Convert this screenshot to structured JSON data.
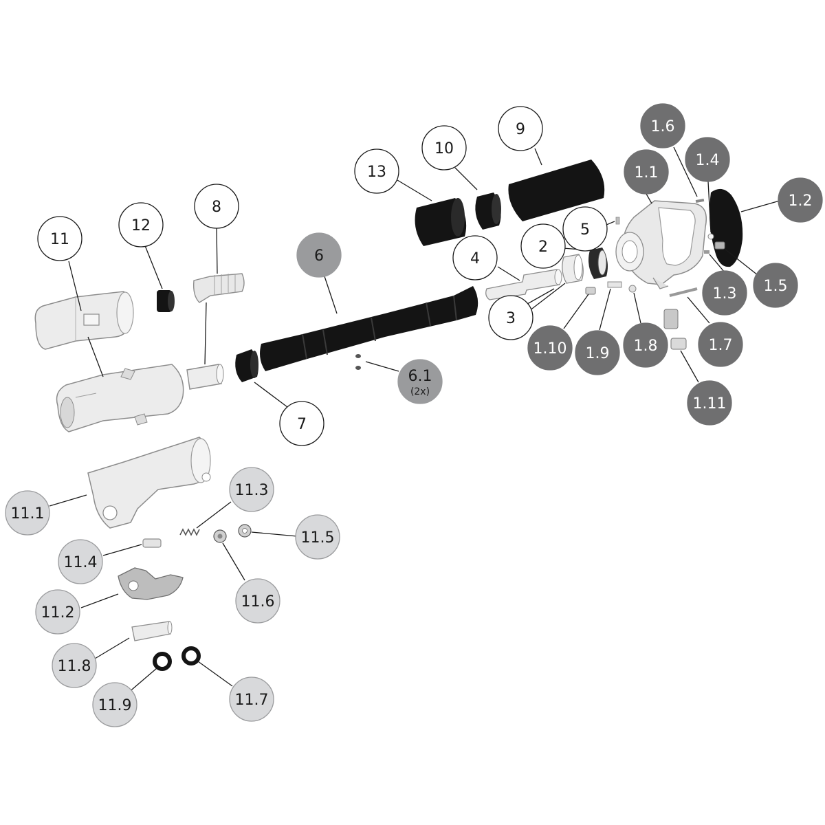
{
  "colors": {
    "white_fill": "#ffffff",
    "white_stroke": "#1a1a1a",
    "white_text": "#1a1a1a",
    "light_fill": "#d8d9db",
    "light_stroke": "#9a9b9d",
    "light_text": "#1a1a1a",
    "medium_fill": "#9a9b9d",
    "medium_text": "#1a1a1a",
    "dark_fill": "#6f6f70",
    "dark_text": "#ffffff",
    "part_black": "#141414",
    "part_metal": "#e6e6e6",
    "part_outline": "#8c8c8c"
  },
  "callouts": [
    {
      "id": "c-11",
      "label": "11",
      "style": "white"
    },
    {
      "id": "c-12",
      "label": "12",
      "style": "white"
    },
    {
      "id": "c-8",
      "label": "8",
      "style": "white"
    },
    {
      "id": "c-6",
      "label": "6",
      "style": "medium"
    },
    {
      "id": "c-13",
      "label": "13",
      "style": "white"
    },
    {
      "id": "c-10",
      "label": "10",
      "style": "white"
    },
    {
      "id": "c-9",
      "label": "9",
      "style": "white"
    },
    {
      "id": "c-1-6",
      "label": "1.6",
      "style": "dark"
    },
    {
      "id": "c-1-1",
      "label": "1.1",
      "style": "dark"
    },
    {
      "id": "c-1-4",
      "label": "1.4",
      "style": "dark"
    },
    {
      "id": "c-1-2",
      "label": "1.2",
      "style": "dark"
    },
    {
      "id": "c-5",
      "label": "5",
      "style": "white"
    },
    {
      "id": "c-2",
      "label": "2",
      "style": "white"
    },
    {
      "id": "c-4",
      "label": "4",
      "style": "white"
    },
    {
      "id": "c-3",
      "label": "3",
      "style": "white"
    },
    {
      "id": "c-1-3",
      "label": "1.3",
      "style": "dark"
    },
    {
      "id": "c-1-5",
      "label": "1.5",
      "style": "dark"
    },
    {
      "id": "c-1-10",
      "label": "1.10",
      "style": "dark"
    },
    {
      "id": "c-1-9",
      "label": "1.9",
      "style": "dark"
    },
    {
      "id": "c-1-8",
      "label": "1.8",
      "style": "dark"
    },
    {
      "id": "c-1-7",
      "label": "1.7",
      "style": "dark"
    },
    {
      "id": "c-1-11",
      "label": "1.11",
      "style": "dark"
    },
    {
      "id": "c-6-1",
      "label": "6.1",
      "sublabel": "(2x)",
      "style": "medium"
    },
    {
      "id": "c-7",
      "label": "7",
      "style": "white"
    },
    {
      "id": "c-11-1",
      "label": "11.1",
      "style": "light"
    },
    {
      "id": "c-11-3",
      "label": "11.3",
      "style": "light"
    },
    {
      "id": "c-11-5",
      "label": "11.5",
      "style": "light"
    },
    {
      "id": "c-11-4",
      "label": "11.4",
      "style": "light"
    },
    {
      "id": "c-11-6",
      "label": "11.6",
      "style": "light"
    },
    {
      "id": "c-11-2",
      "label": "11.2",
      "style": "light"
    },
    {
      "id": "c-11-8",
      "label": "11.8",
      "style": "light"
    },
    {
      "id": "c-11-9",
      "label": "11.9",
      "style": "light"
    },
    {
      "id": "c-11-7",
      "label": "11.7",
      "style": "light"
    }
  ]
}
